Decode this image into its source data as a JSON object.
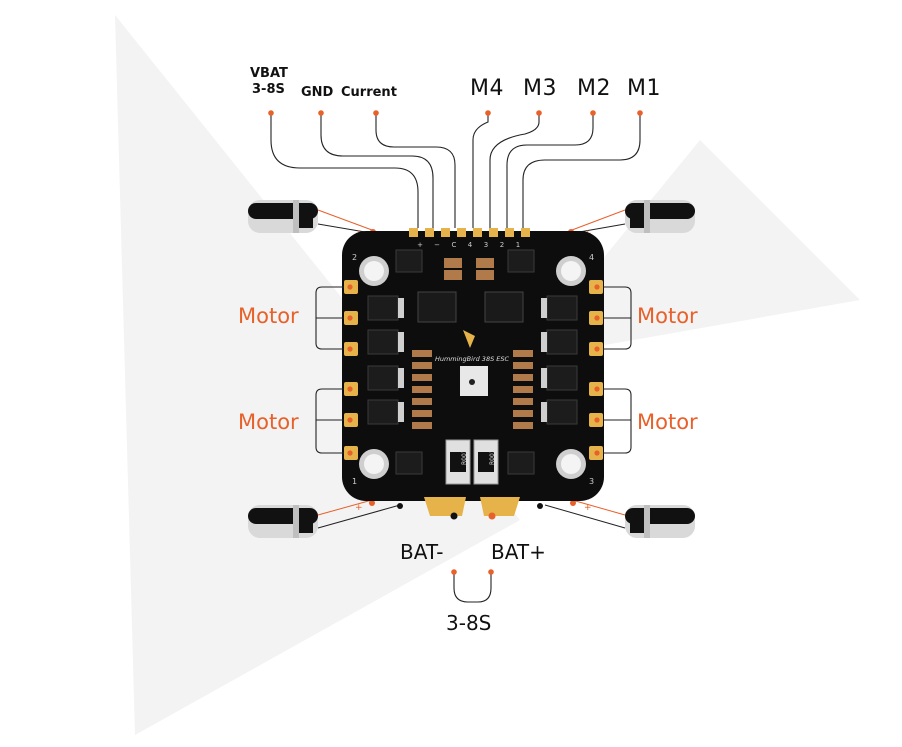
{
  "labels": {
    "vbat_line1": "VBAT",
    "vbat_line2": "3-8S",
    "gnd": "GND",
    "current": "Current",
    "m4": "M4",
    "m3": "M3",
    "m2": "M2",
    "m1": "M1",
    "motor_left_top": "Motor",
    "motor_left_bottom": "Motor",
    "motor_right_top": "Motor",
    "motor_right_bottom": "Motor",
    "bat_minus": "BAT-",
    "bat_plus": "BAT+",
    "bat_range": "3-8S"
  },
  "board": {
    "silkscreen_title": "HummingBird 38S ESC",
    "header_pads": [
      "+",
      "−",
      "C",
      "4",
      "3",
      "2",
      "1"
    ],
    "corner_numbers": [
      "2",
      "4",
      "1",
      "3"
    ],
    "shunt_marking": "R001"
  },
  "colors": {
    "accent": "#e8602a",
    "board": "#101010",
    "pad_gold": "#e6b24a",
    "line": "#222222",
    "background_mark": "#efefef"
  }
}
